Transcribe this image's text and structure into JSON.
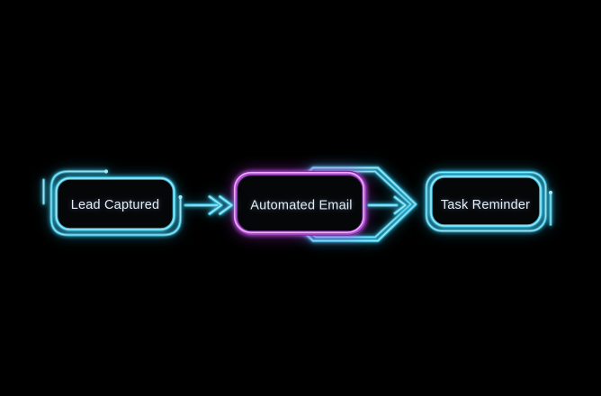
{
  "diagram": {
    "title": "neon-workflow-diagram",
    "background": "#000000",
    "colors": {
      "cyan_core": "#9feaf8",
      "cyan_mid": "#35b4d4",
      "purple_core": "#efaef8",
      "purple_mid": "#b44fd6",
      "label_text": "#e6edf5"
    },
    "nodes": [
      {
        "id": "lead-captured",
        "label": "Lead Captured",
        "accent": "#9feaf8",
        "shape": "rounded-rect"
      },
      {
        "id": "automated-email",
        "label": "Automated Email",
        "accent": "#efaef8",
        "shape": "rounded-rect-on-arrow-banner"
      },
      {
        "id": "task-reminder",
        "label": "Task Reminder",
        "accent": "#9feaf8",
        "shape": "rounded-rect"
      }
    ],
    "edges": [
      {
        "from": "lead-captured",
        "to": "automated-email",
        "style": "double-chevron-arrow"
      },
      {
        "from": "automated-email",
        "to": "task-reminder",
        "style": "single-arrow"
      }
    ]
  }
}
